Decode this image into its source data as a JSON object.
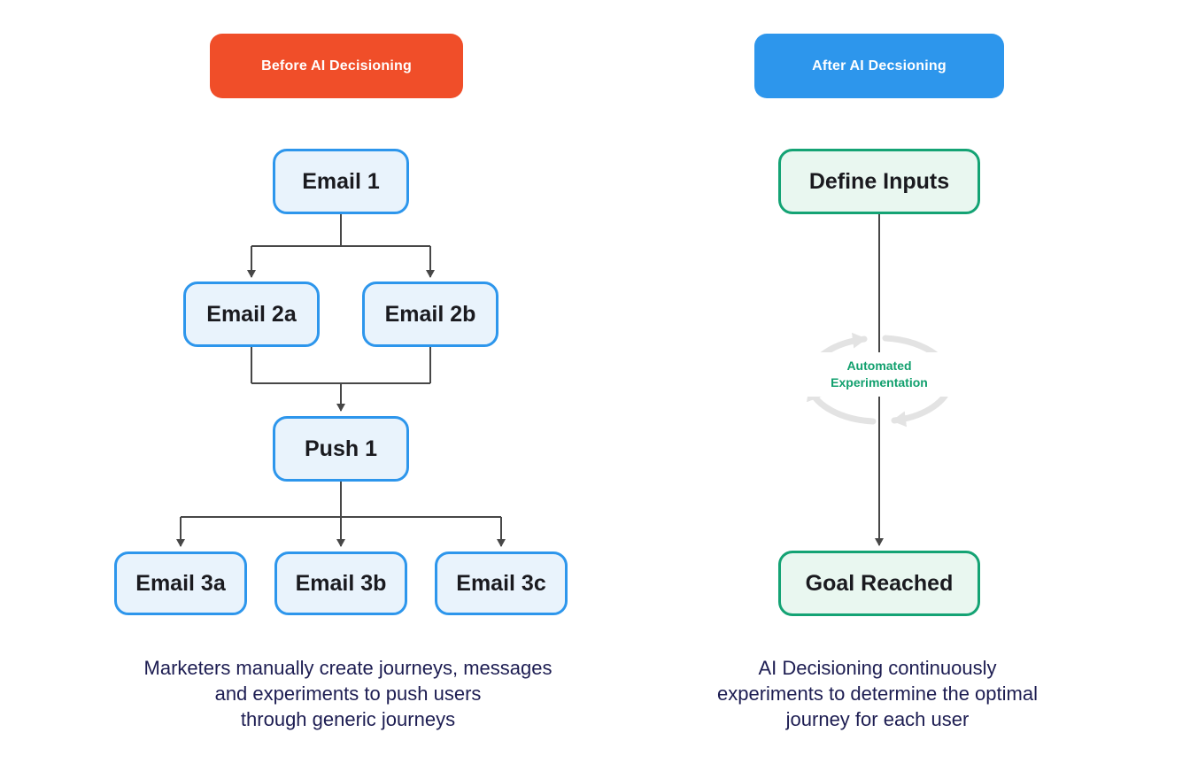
{
  "left": {
    "badge": {
      "label": "Before AI Decisioning",
      "bg_color": "#F04E29",
      "text_color": "#FFFFFF"
    },
    "node_style": {
      "border_color": "#2D96EC",
      "fill_color": "#E9F3FC",
      "label_color": "#1A1A1F"
    },
    "nodes": [
      {
        "label": "Email 1"
      },
      {
        "label": "Email 2a"
      },
      {
        "label": "Email 2b"
      },
      {
        "label": "Push 1"
      },
      {
        "label": "Email 3a"
      },
      {
        "label": "Email 3b"
      },
      {
        "label": "Email 3c"
      }
    ],
    "caption": {
      "lines": [
        "Marketers manually create journeys, messages",
        "and experiments to push users",
        "through generic journeys"
      ],
      "color": "#1D1D52"
    }
  },
  "right": {
    "badge": {
      "label": "After AI Decsioning",
      "bg_color": "#2D96EC",
      "text_color": "#FFFFFF"
    },
    "node_style": {
      "border_color": "#14A374",
      "fill_color": "#E9F7F0",
      "label_color": "#1A1A1F"
    },
    "nodes": [
      {
        "label": "Define Inputs"
      },
      {
        "label": "Goal Reached"
      }
    ],
    "loop_label": {
      "lines": [
        "Automated",
        "Experimentation"
      ],
      "color": "#12A06E",
      "arrow_color": "#E3E3E3"
    },
    "caption": {
      "lines": [
        "AI Decisioning continuously",
        "experiments to determine the optimal",
        "journey for each user"
      ],
      "color": "#1D1D52"
    }
  },
  "connectors": {
    "color": "#474747"
  }
}
